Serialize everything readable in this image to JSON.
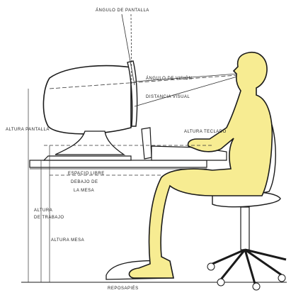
{
  "colors": {
    "figure_fill": "#f7ec92",
    "outline": "#1a1a1a",
    "dim_line": "#333333",
    "background": "#ffffff"
  },
  "labels": {
    "screen_angle": "ÁNGULO DE PANTALLA",
    "viewing_angle": "ÁNGULO DE VISIÓN",
    "viewing_distance": "DISTANCIA VISUAL",
    "screen_height": "ALTURA PANTALLA",
    "keyboard_height": "ALTURA TECLADO",
    "free_space_line1": "ESPACIO LIBRE",
    "free_space_line2": "DEBAJO DE",
    "free_space_line3": "LA MESA",
    "work_height_line1": "ALTURA",
    "work_height_line2": "DE TRABAJO",
    "desk_height": "ALTURA MESA",
    "footrest": "REPOSAPIÉS"
  }
}
